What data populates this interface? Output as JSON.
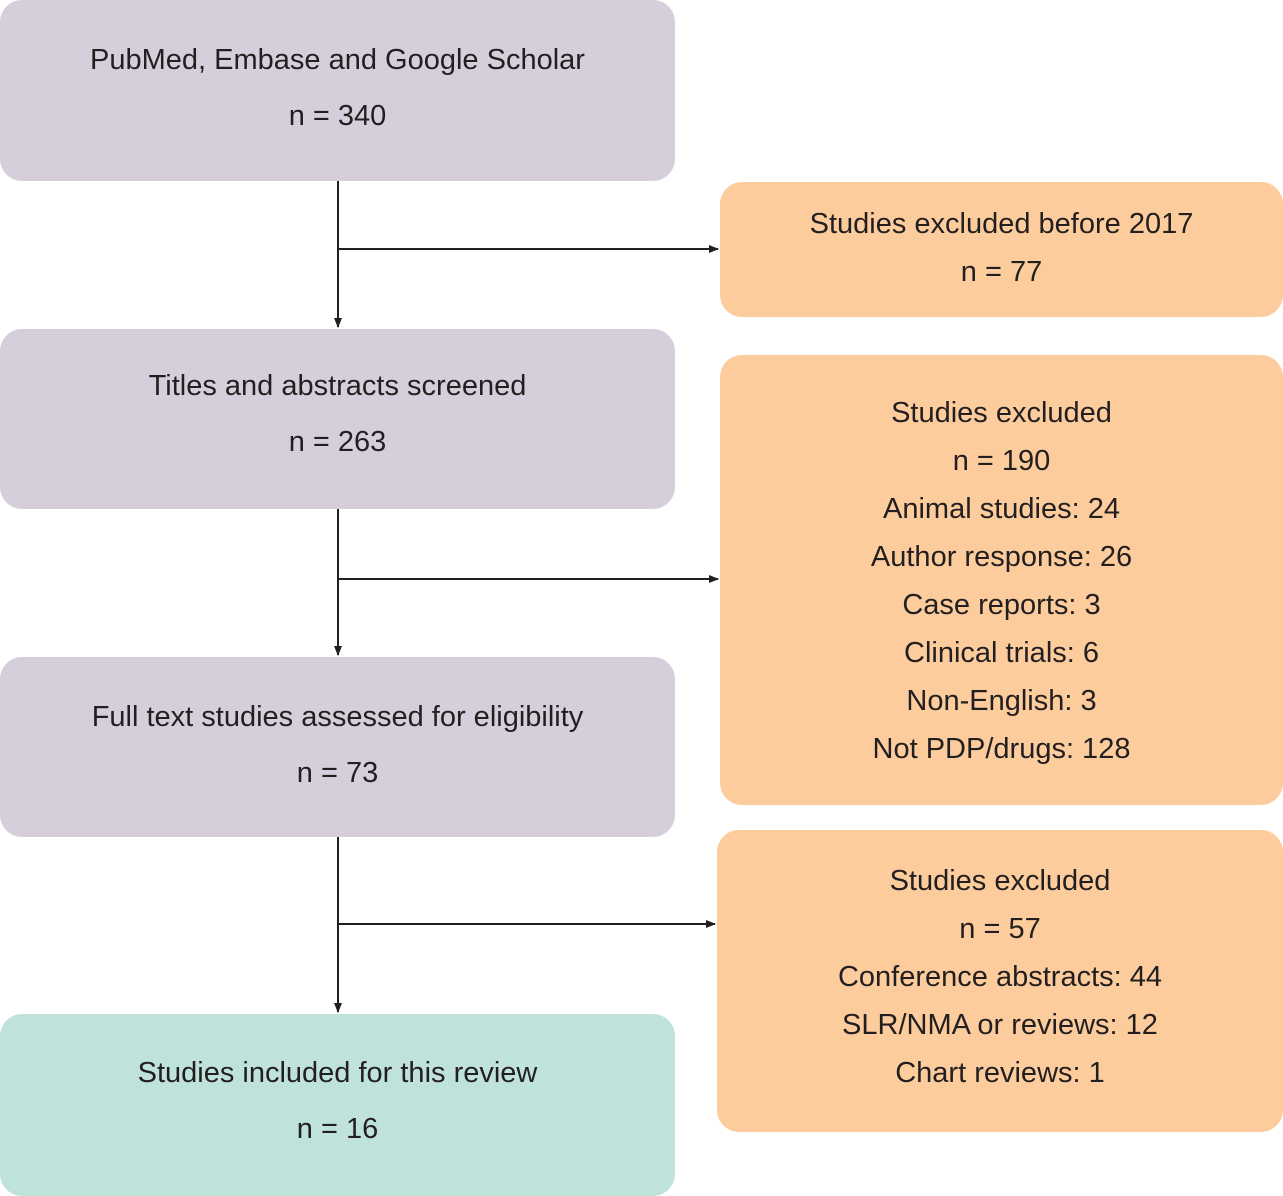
{
  "flow": {
    "search": {
      "title": "PubMed, Embase and Google Scholar",
      "count": "n = 340"
    },
    "screened": {
      "title": "Titles and abstracts screened",
      "count": "n = 263"
    },
    "fulltext": {
      "title": "Full text studies assessed for eligibility",
      "count": "n = 73"
    },
    "included": {
      "title": "Studies included for this review",
      "count": "n = 16"
    }
  },
  "exclusions": {
    "before_2017": {
      "title": "Studies excluded before 2017",
      "count": "n = 77"
    },
    "screening": {
      "title": "Studies excluded",
      "count": "n = 190",
      "reasons": [
        "Animal studies: 24",
        "Author response: 26",
        "Case reports: 3",
        "Clinical trials: 6",
        "Non-English: 3",
        "Not PDP/drugs: 128"
      ]
    },
    "fulltext": {
      "title": "Studies excluded",
      "count": "n = 57",
      "reasons": [
        "Conference abstracts: 44",
        "SLR/NMA or reviews: 12",
        "Chart reviews: 1"
      ]
    }
  },
  "colors": {
    "main_box": "#d7cedb",
    "final_box": "#bfe3db",
    "exclusion_box": "#fccc9c",
    "arrow": "#231f20"
  }
}
